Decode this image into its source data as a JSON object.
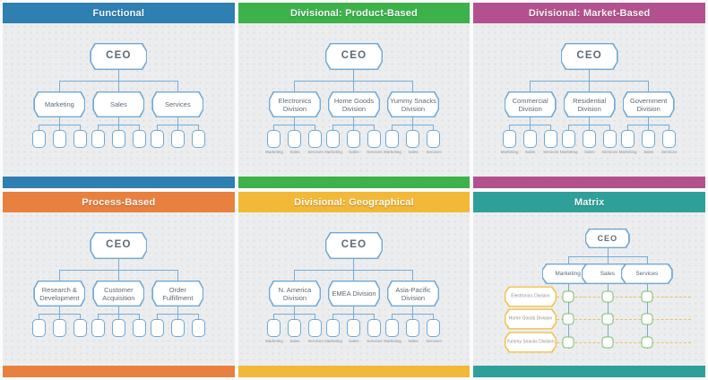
{
  "palette": {
    "node_border": "#6fa8d6",
    "connector": "#74add8",
    "matrix_row_border": "#f2c14e",
    "matrix_row_line": "#f0bd62",
    "matrix_cell_border": "#7cbf6e"
  },
  "panels": [
    {
      "title": "Functional",
      "color": "#2e7fb2",
      "type": "tree",
      "root": "CEO",
      "branches": [
        {
          "label": "Marketing",
          "leaves": 3
        },
        {
          "label": "Sales",
          "leaves": 3
        },
        {
          "label": "Services",
          "leaves": 3
        }
      ],
      "leaf_labels": []
    },
    {
      "title": "Divisional: Product-Based",
      "color": "#3db24b",
      "type": "tree",
      "root": "CEO",
      "branches": [
        {
          "label": "Electronics Division",
          "leaves": 3
        },
        {
          "label": "Home Goods Division",
          "leaves": 3
        },
        {
          "label": "Yummy Snacks Division",
          "leaves": 3
        }
      ],
      "leaf_labels": [
        "Marketing",
        "Sales",
        "Services"
      ]
    },
    {
      "title": "Divisional: Market-Based",
      "color": "#b3518e",
      "type": "tree",
      "root": "CEO",
      "branches": [
        {
          "label": "Commercial Division",
          "leaves": 3
        },
        {
          "label": "Residential Division",
          "leaves": 3
        },
        {
          "label": "Government Division",
          "leaves": 3
        }
      ],
      "leaf_labels": [
        "Marketing",
        "Sales",
        "Services"
      ]
    },
    {
      "title": "Process-Based",
      "color": "#e8813f",
      "type": "tree",
      "root": "CEO",
      "branches": [
        {
          "label": "Research & Development",
          "leaves": 3
        },
        {
          "label": "Customer Acquisition",
          "leaves": 3
        },
        {
          "label": "Order Fulfillment",
          "leaves": 3
        }
      ],
      "leaf_labels": []
    },
    {
      "title": "Divisional: Geographical",
      "color": "#f2b838",
      "type": "tree",
      "root": "CEO",
      "branches": [
        {
          "label": "N. America Division",
          "leaves": 3
        },
        {
          "label": "EMEA Division",
          "leaves": 3
        },
        {
          "label": "Asia-Pacific Division",
          "leaves": 3
        }
      ],
      "leaf_labels": [
        "Marketing",
        "Sales",
        "Services"
      ]
    },
    {
      "title": "Matrix",
      "color": "#2fa099",
      "type": "matrix",
      "root": "CEO",
      "columns": [
        "Marketing",
        "Sales",
        "Services"
      ],
      "rows": [
        "Electronics Division",
        "Home Goods Division",
        "Yummy Snacks Division"
      ]
    }
  ]
}
